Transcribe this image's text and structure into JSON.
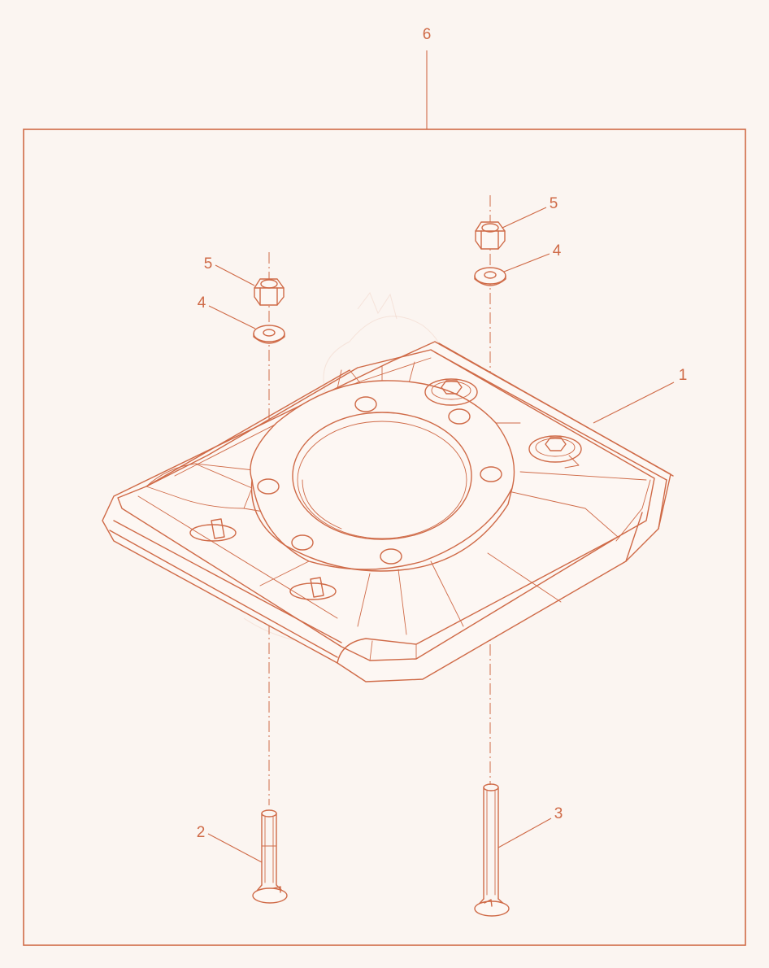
{
  "colors": {
    "line": "#cf6a47",
    "background": "#fbf5f1"
  },
  "callouts": {
    "assembly": "6",
    "base_plate": "1",
    "short_bolt": "2",
    "long_bolt": "3",
    "washer_left": "4",
    "washer_right": "4",
    "nut_left": "5",
    "nut_right": "5"
  }
}
